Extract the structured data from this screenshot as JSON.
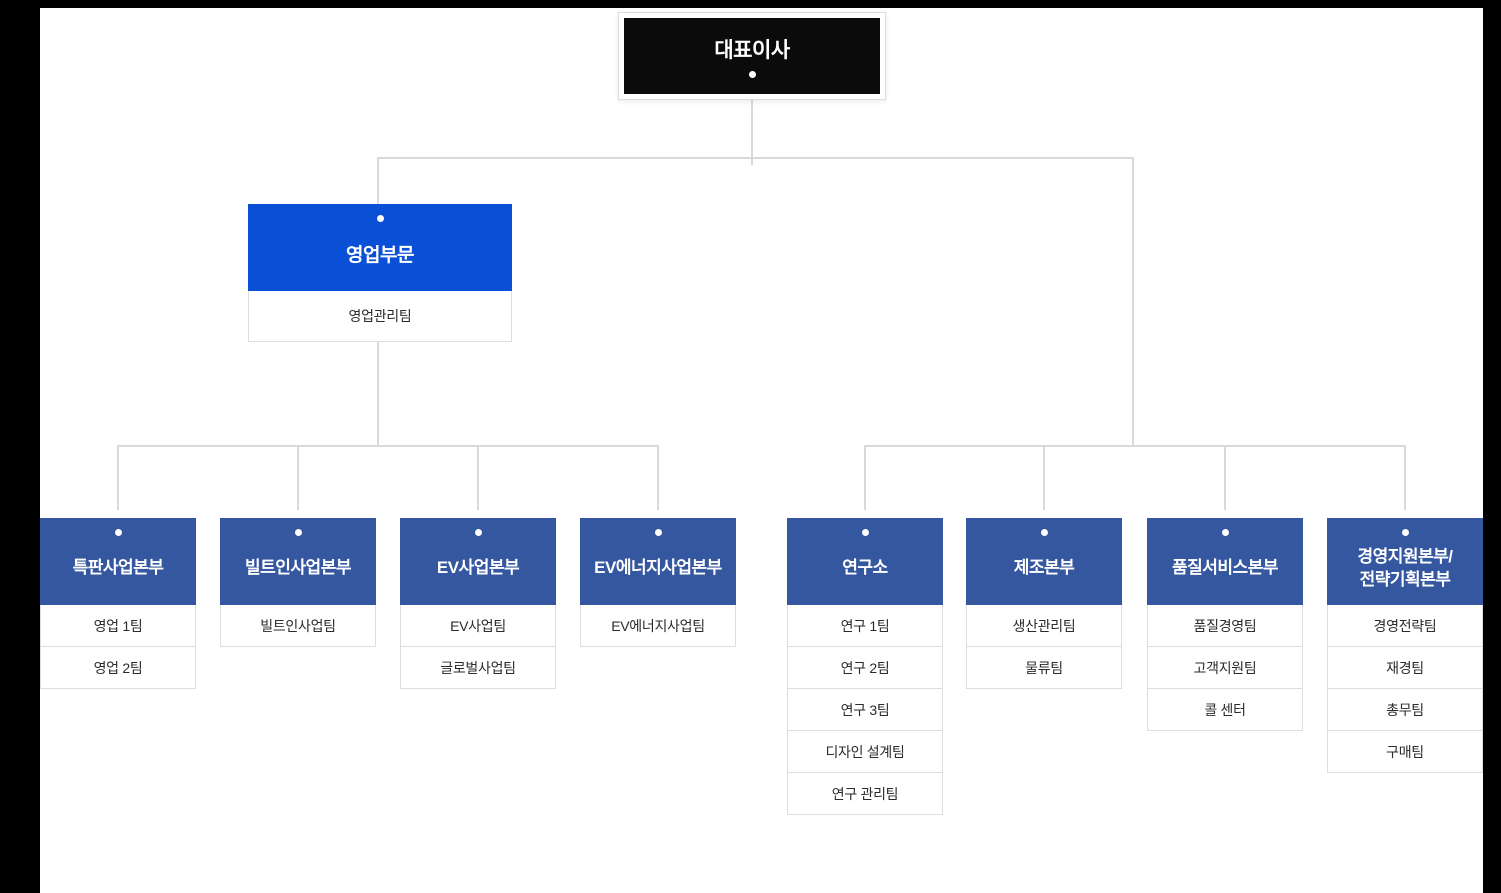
{
  "colors": {
    "frame_bg": "#000000",
    "canvas_bg": "#ffffff",
    "ceo_box_bg": "#0b0b0b",
    "division_header_bg": "#0a50d7",
    "hq_header_bg": "#35579f",
    "connector_line": "#d9d9d9",
    "cell_border": "#dddddd",
    "cell_text": "#2b2b2b",
    "header_text": "#ffffff"
  },
  "org": {
    "ceo": {
      "title": "대표이사"
    },
    "division": {
      "title": "영업부문",
      "teams": [
        "영업관리팀"
      ]
    },
    "units": [
      {
        "title": "특판사업본부",
        "teams": [
          "영업 1팀",
          "영업 2팀"
        ]
      },
      {
        "title": "빌트인사업본부",
        "teams": [
          "빌트인사업팀"
        ]
      },
      {
        "title": "EV사업본부",
        "teams": [
          "EV사업팀",
          "글로벌사업팀"
        ]
      },
      {
        "title": "EV에너지사업본부",
        "teams": [
          "EV에너지사업팀"
        ]
      },
      {
        "title": "연구소",
        "teams": [
          "연구 1팀",
          "연구 2팀",
          "연구 3팀",
          "디자인 설계팀",
          "연구 관리팀"
        ]
      },
      {
        "title": "제조본부",
        "teams": [
          "생산관리팀",
          "물류팀"
        ]
      },
      {
        "title": "품질서비스본부",
        "teams": [
          "품질경영팀",
          "고객지원팀",
          "콜 센터"
        ]
      },
      {
        "title": "경영지원본부/전략기획본부",
        "title_lines": [
          "경영지원본부/",
          "전략기획본부"
        ],
        "teams": [
          "경영전략팀",
          "재경팀",
          "총무팀",
          "구매팀"
        ]
      }
    ]
  }
}
